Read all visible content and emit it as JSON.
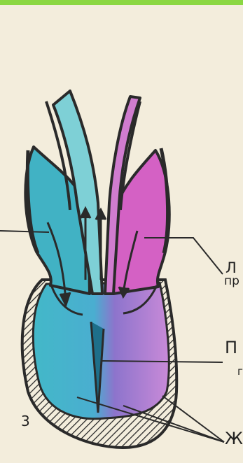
{
  "figure_number": "3",
  "labels": {
    "l1_line1": "Л",
    "l1_line2": "пр",
    "l2_line1": "П",
    "l2_line2": "г",
    "l3": "Ж"
  },
  "colors": {
    "top_bar": "#8bd742",
    "venous_blue": "#3fb3c4",
    "arterial_pink": "#d35cc2",
    "outline": "#2a2a2a"
  }
}
